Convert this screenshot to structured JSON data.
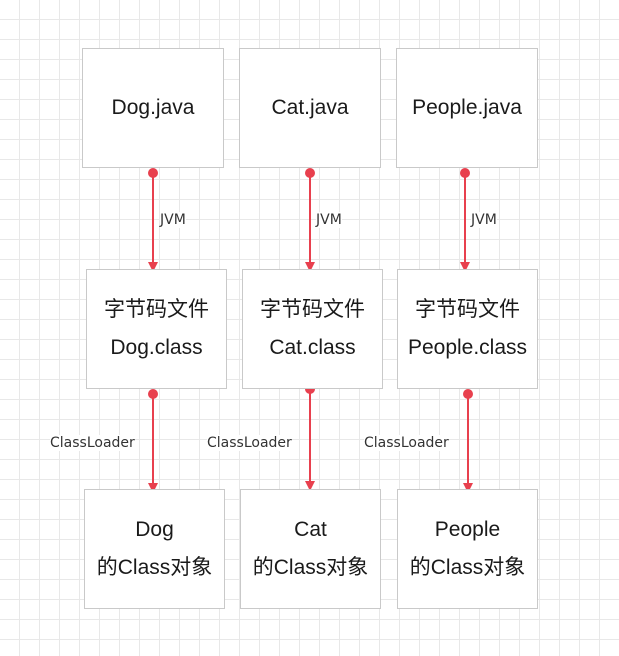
{
  "nodes": {
    "dog_java": "Dog.java",
    "cat_java": "Cat.java",
    "people_java": "People.java",
    "dog_class": {
      "line1": "字节码文件",
      "line2": "Dog.class"
    },
    "cat_class": {
      "line1": "字节码文件",
      "line2": "Cat.class"
    },
    "people_class": {
      "line1": "字节码文件",
      "line2": "People.class"
    },
    "dog_object": {
      "line1": "Dog",
      "line2": "的Class对象"
    },
    "cat_object": {
      "line1": "Cat",
      "line2": "的Class对象"
    },
    "people_object": {
      "line1": "People",
      "line2": "的Class对象"
    }
  },
  "edges": {
    "compile_label": "JVM",
    "load_label": "ClassLoader"
  },
  "colors": {
    "arrow": "#e8404e",
    "node_border": "#c9c9c9",
    "grid": "#e8e8e8"
  }
}
